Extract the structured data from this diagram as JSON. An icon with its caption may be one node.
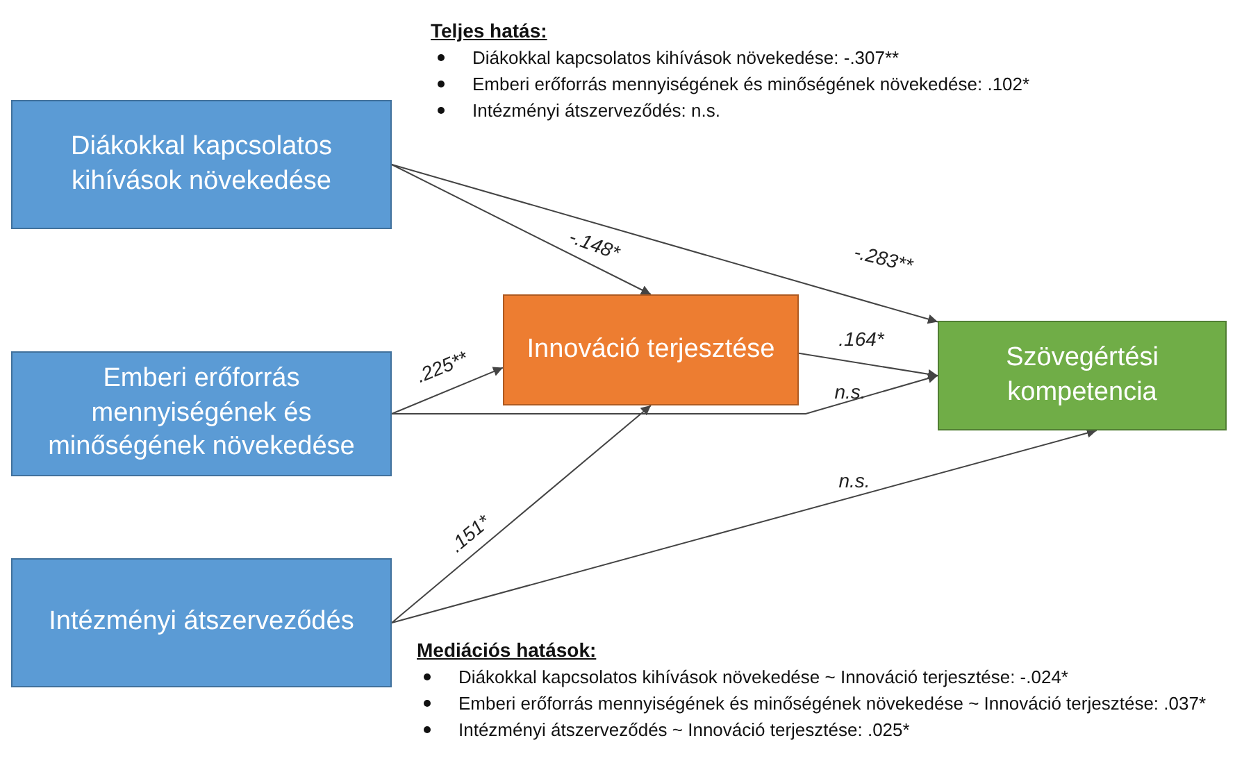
{
  "diagram": {
    "nodes": [
      {
        "text": [
          "Diákokkal kapcsolatos kihívások növekedése"
        ]
      },
      {
        "text": [
          "Emberi erőforrás mennyiségének és minőségének növekedése"
        ]
      },
      {
        "text": [
          "Intézményi átszerveződés"
        ]
      },
      {
        "text": [
          "Innováció terjesztése"
        ]
      },
      {
        "text": [
          "Szövegértési kompetencia"
        ]
      }
    ],
    "edges": [
      {
        "from": 0,
        "to": 3,
        "arrow": "to",
        "label": "-.148*"
      },
      {
        "from": 0,
        "to": 4,
        "arrow": "to",
        "label": "-.283**"
      },
      {
        "from": 1,
        "to": 3,
        "arrow": "to",
        "label": ".225**"
      },
      {
        "from": 1,
        "to": 4,
        "arrow": "to",
        "label": "n.s."
      },
      {
        "from": 3,
        "to": 4,
        "arrow": "to",
        "label": ".164*"
      },
      {
        "from": 2,
        "to": 3,
        "arrow": "to",
        "label": ".151*"
      },
      {
        "from": 2,
        "to": 4,
        "arrow": "to",
        "label": "n.s."
      }
    ],
    "labels": [
      "Teljes hatás:",
      "Diákokkal kapcsolatos kihívások növekedése: -.307**",
      "Emberi erőforrás mennyiségének és minőségének növekedése: .102*",
      "Intézményi átszerveződés: n.s.",
      "Mediációs hatások:",
      "Diákokkal kapcsolatos kihívások növekedése ~ Innováció terjesztése: -.024*",
      "Emberi erőforrás mennyiségének és minőségének növekedése ~ Innováció terjesztése: .037*",
      "Intézményi átszerveződés ~ Innováció terjesztése: .025*"
    ]
  }
}
